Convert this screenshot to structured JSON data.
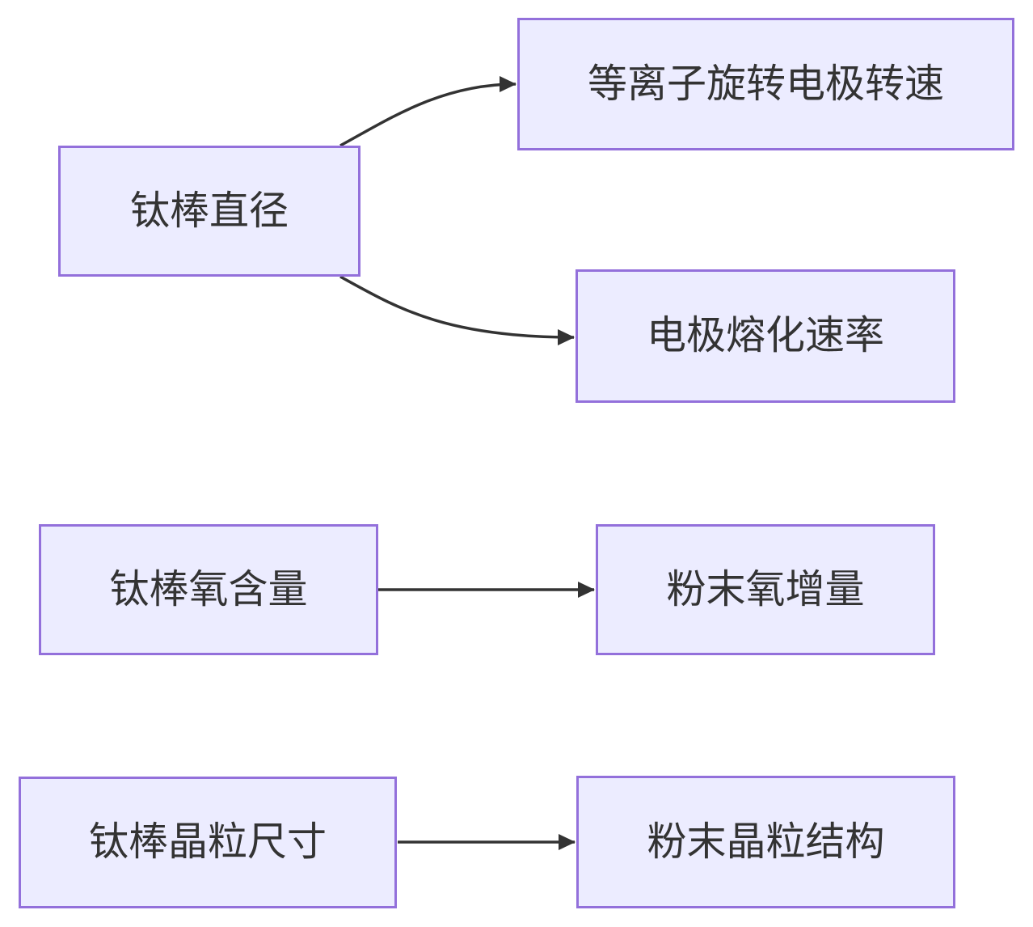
{
  "diagram": {
    "type": "flowchart",
    "background_color": "#ffffff",
    "node_fill_color": "#ECECFF",
    "node_border_color": "#9370DB",
    "arrow_color": "#333333",
    "text_color": "#333333",
    "nodes": [
      {
        "id": "rod-diameter",
        "label": "钛棒直径"
      },
      {
        "id": "plasma-electrode-speed",
        "label": "等离子旋转电极转速"
      },
      {
        "id": "electrode-melting-rate",
        "label": "电极熔化速率"
      },
      {
        "id": "rod-oxygen-content",
        "label": "钛棒氧含量"
      },
      {
        "id": "powder-oxygen-increase",
        "label": "粉末氧增量"
      },
      {
        "id": "rod-grain-size",
        "label": "钛棒晶粒尺寸"
      },
      {
        "id": "powder-grain-structure",
        "label": "粉末晶粒结构"
      }
    ],
    "edges": [
      {
        "from": "rod-diameter",
        "to": "plasma-electrode-speed"
      },
      {
        "from": "rod-diameter",
        "to": "electrode-melting-rate"
      },
      {
        "from": "rod-oxygen-content",
        "to": "powder-oxygen-increase"
      },
      {
        "from": "rod-grain-size",
        "to": "powder-grain-structure"
      }
    ]
  }
}
